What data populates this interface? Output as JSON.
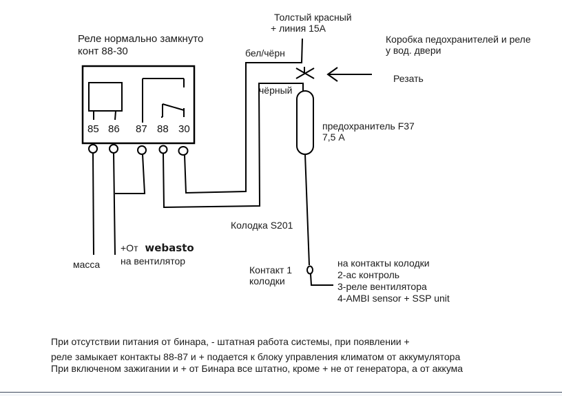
{
  "relay": {
    "title_line1": "Реле нормально замкнуто",
    "title_line2": "конт 88-30",
    "pins": [
      "85",
      "86",
      "87",
      "88",
      "30"
    ]
  },
  "wires": {
    "thick_red_line1": "Толстый красный",
    "thick_red_line2": "+ линия 15А",
    "white_black": "бел/чёрн",
    "black": "чёрный"
  },
  "fuse_box": {
    "line1": "Коробка педохранителей и реле",
    "line2": "у вод. двери"
  },
  "cut_label": "Резать",
  "fuse": {
    "line1": "предохранитель F37",
    "line2": "7,5 А"
  },
  "connector_label": "Колодка S201",
  "ground_label": "масса",
  "webasto": {
    "prefix": "+От",
    "brand": "webasto",
    "line2": "на вентилятор"
  },
  "contact": {
    "line1": "Контакт 1",
    "line2": "колодки"
  },
  "contacts_list": [
    "на контакты колодки",
    "2-ас контроль",
    "3-реле вентилятора",
    "4-AMBI sensor + SSP unit"
  ],
  "notes": [
    "При отсутствии питания от бинара, - штатная работа системы, при появлении +",
    "реле замыкает контакты 88-87 и + подается к блоку управления климатом от аккумулятора",
    "При включеном зажигании и  + от Бинара  все штатно, кроме + не от генератора, а от аккума"
  ]
}
